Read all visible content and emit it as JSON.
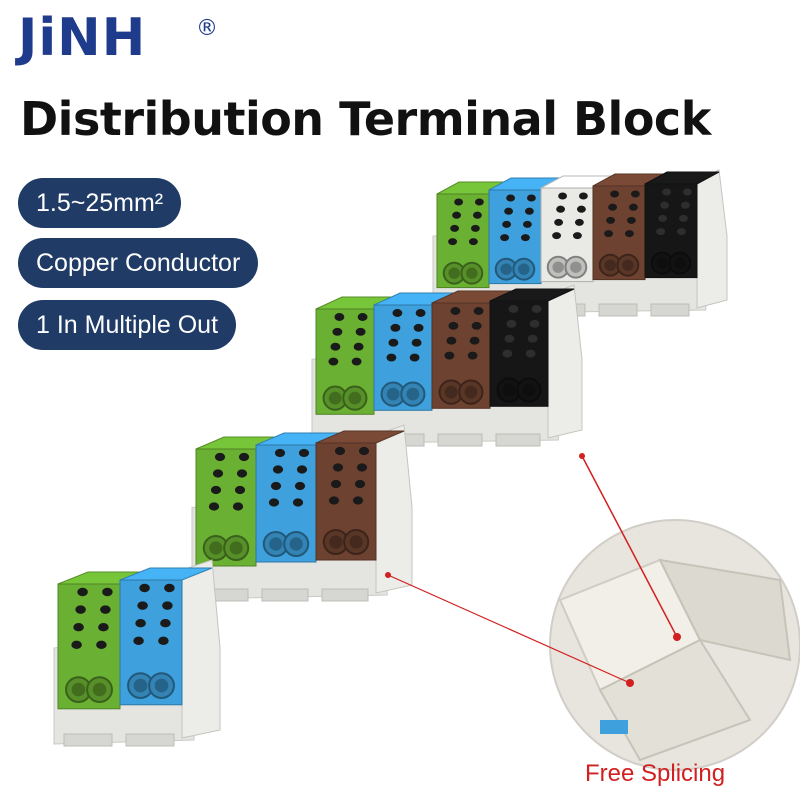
{
  "brand": {
    "name": "JiNH",
    "registered": "®"
  },
  "title": "Distribution Terminal Block",
  "features": [
    "1.5~25mm²",
    "Copper Conductor",
    "1 In Multiple Out"
  ],
  "callout": "Free Splicing",
  "colors": {
    "brand": "#1f3b8c",
    "pill": "#1f3b66",
    "callout": "#d21f1f",
    "green": "#6ab032",
    "blue": "#3ea0dc",
    "white": "#e9e9e6",
    "brown": "#6e4230",
    "black": "#161616",
    "housing": "#e4e4e1"
  },
  "rows": [
    {
      "modules": [
        "green",
        "blue",
        "white",
        "brown",
        "black"
      ]
    },
    {
      "modules": [
        "green",
        "blue",
        "brown",
        "black"
      ]
    },
    {
      "modules": [
        "green",
        "blue",
        "brown"
      ]
    },
    {
      "modules": [
        "green",
        "blue"
      ]
    }
  ]
}
